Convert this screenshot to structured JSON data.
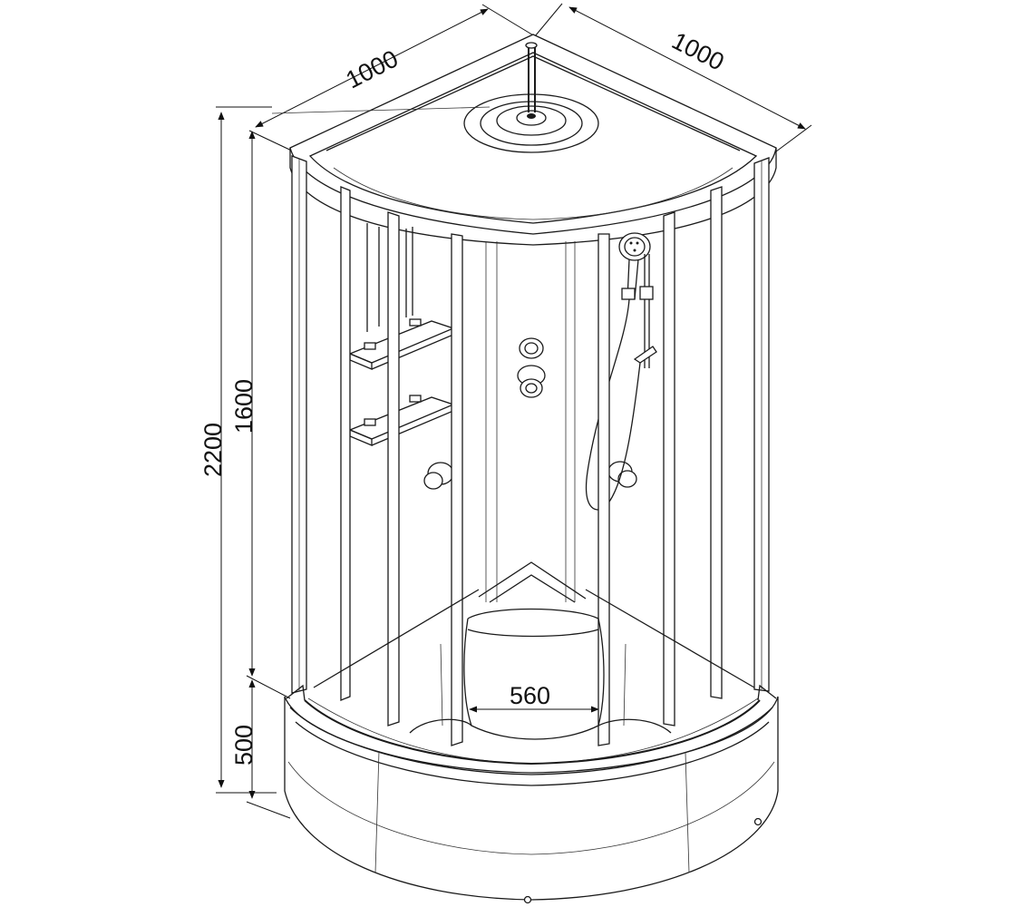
{
  "dimensions": {
    "width_left": "1000",
    "width_right": "1000",
    "total_height": "2200",
    "cabin_height": "1600",
    "tray_height": "500",
    "seat_width": "560"
  },
  "colors": {
    "line": "#1a1a1a",
    "background": "#ffffff"
  },
  "icons": [
    "overhead-rain-shower-icon",
    "hand-shower-icon",
    "massage-jet-icon",
    "shelf-icon"
  ]
}
